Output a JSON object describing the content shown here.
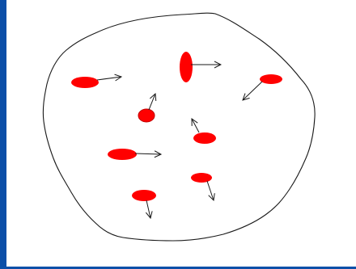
{
  "colors": {
    "frame": "#0b4fa8",
    "canvas": "#ffffff",
    "boundary": "#1a1a1a",
    "particle_fill": "#ff0000",
    "particle_stroke": "#c00000",
    "arrow": "#1a1a1a"
  },
  "diagram": {
    "kind": "particles-in-closed-boundary",
    "particle_count": 8,
    "particles": [
      {
        "id": "p1",
        "shape": "horizontal-ellipse",
        "arrow_direction": "right"
      },
      {
        "id": "p2",
        "shape": "vertical-ellipse",
        "arrow_direction": "right"
      },
      {
        "id": "p3",
        "shape": "horizontal-ellipse",
        "arrow_direction": "down-left"
      },
      {
        "id": "p4",
        "shape": "circle",
        "arrow_direction": "up"
      },
      {
        "id": "p5",
        "shape": "horizontal-ellipse",
        "arrow_direction": "up-left"
      },
      {
        "id": "p6",
        "shape": "horizontal-ellipse",
        "arrow_direction": "right"
      },
      {
        "id": "p7",
        "shape": "horizontal-ellipse",
        "arrow_direction": "down"
      },
      {
        "id": "p8",
        "shape": "horizontal-ellipse",
        "arrow_direction": "down"
      }
    ]
  }
}
